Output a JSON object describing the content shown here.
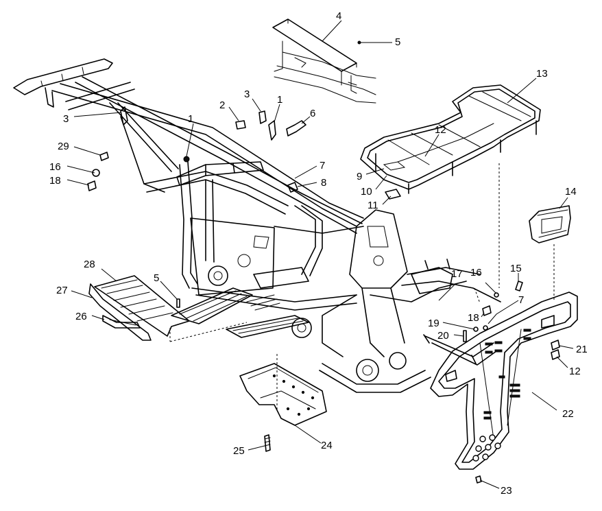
{
  "callouts": [
    {
      "id": "c1a",
      "text": "1"
    },
    {
      "id": "c1b",
      "text": "1"
    },
    {
      "id": "c2",
      "text": "2"
    },
    {
      "id": "c3a",
      "text": "3"
    },
    {
      "id": "c3b",
      "text": "3"
    },
    {
      "id": "c4",
      "text": "4"
    },
    {
      "id": "c5a",
      "text": "5"
    },
    {
      "id": "c5b",
      "text": "5"
    },
    {
      "id": "c6",
      "text": "6"
    },
    {
      "id": "c7a",
      "text": "7"
    },
    {
      "id": "c7b",
      "text": "7"
    },
    {
      "id": "c8",
      "text": "8"
    },
    {
      "id": "c9",
      "text": "9"
    },
    {
      "id": "c10",
      "text": "10"
    },
    {
      "id": "c11",
      "text": "11"
    },
    {
      "id": "c12a",
      "text": "12"
    },
    {
      "id": "c12b",
      "text": "12"
    },
    {
      "id": "c13",
      "text": "13"
    },
    {
      "id": "c14",
      "text": "14"
    },
    {
      "id": "c15",
      "text": "15"
    },
    {
      "id": "c16a",
      "text": "16"
    },
    {
      "id": "c16b",
      "text": "16"
    },
    {
      "id": "c17",
      "text": "17"
    },
    {
      "id": "c18a",
      "text": "18"
    },
    {
      "id": "c18b",
      "text": "18"
    },
    {
      "id": "c19",
      "text": "19"
    },
    {
      "id": "c20",
      "text": "20"
    },
    {
      "id": "c21",
      "text": "21"
    },
    {
      "id": "c22",
      "text": "22"
    },
    {
      "id": "c23",
      "text": "23"
    },
    {
      "id": "c24",
      "text": "24"
    },
    {
      "id": "c25",
      "text": "25"
    },
    {
      "id": "c26",
      "text": "26"
    },
    {
      "id": "c27",
      "text": "27"
    },
    {
      "id": "c28",
      "text": "28"
    },
    {
      "id": "c29",
      "text": "29"
    }
  ]
}
